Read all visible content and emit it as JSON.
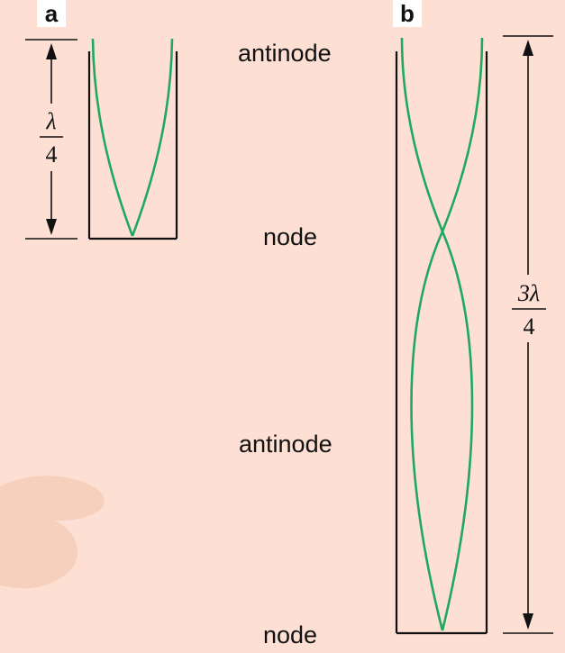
{
  "panels": {
    "a": {
      "label": "a",
      "measure_numerator": "λ",
      "measure_denominator": "4"
    },
    "b": {
      "label": "b",
      "measure_numerator": "3λ",
      "measure_denominator": "4"
    }
  },
  "labels": {
    "antinode_top": "antinode",
    "node_upper": "node",
    "antinode_lower": "antinode",
    "node_bottom": "node"
  },
  "colors": {
    "background": "#fde0d3",
    "wave": "#1fa862",
    "tube": "#111111",
    "smudge": "#f3cbb4"
  }
}
